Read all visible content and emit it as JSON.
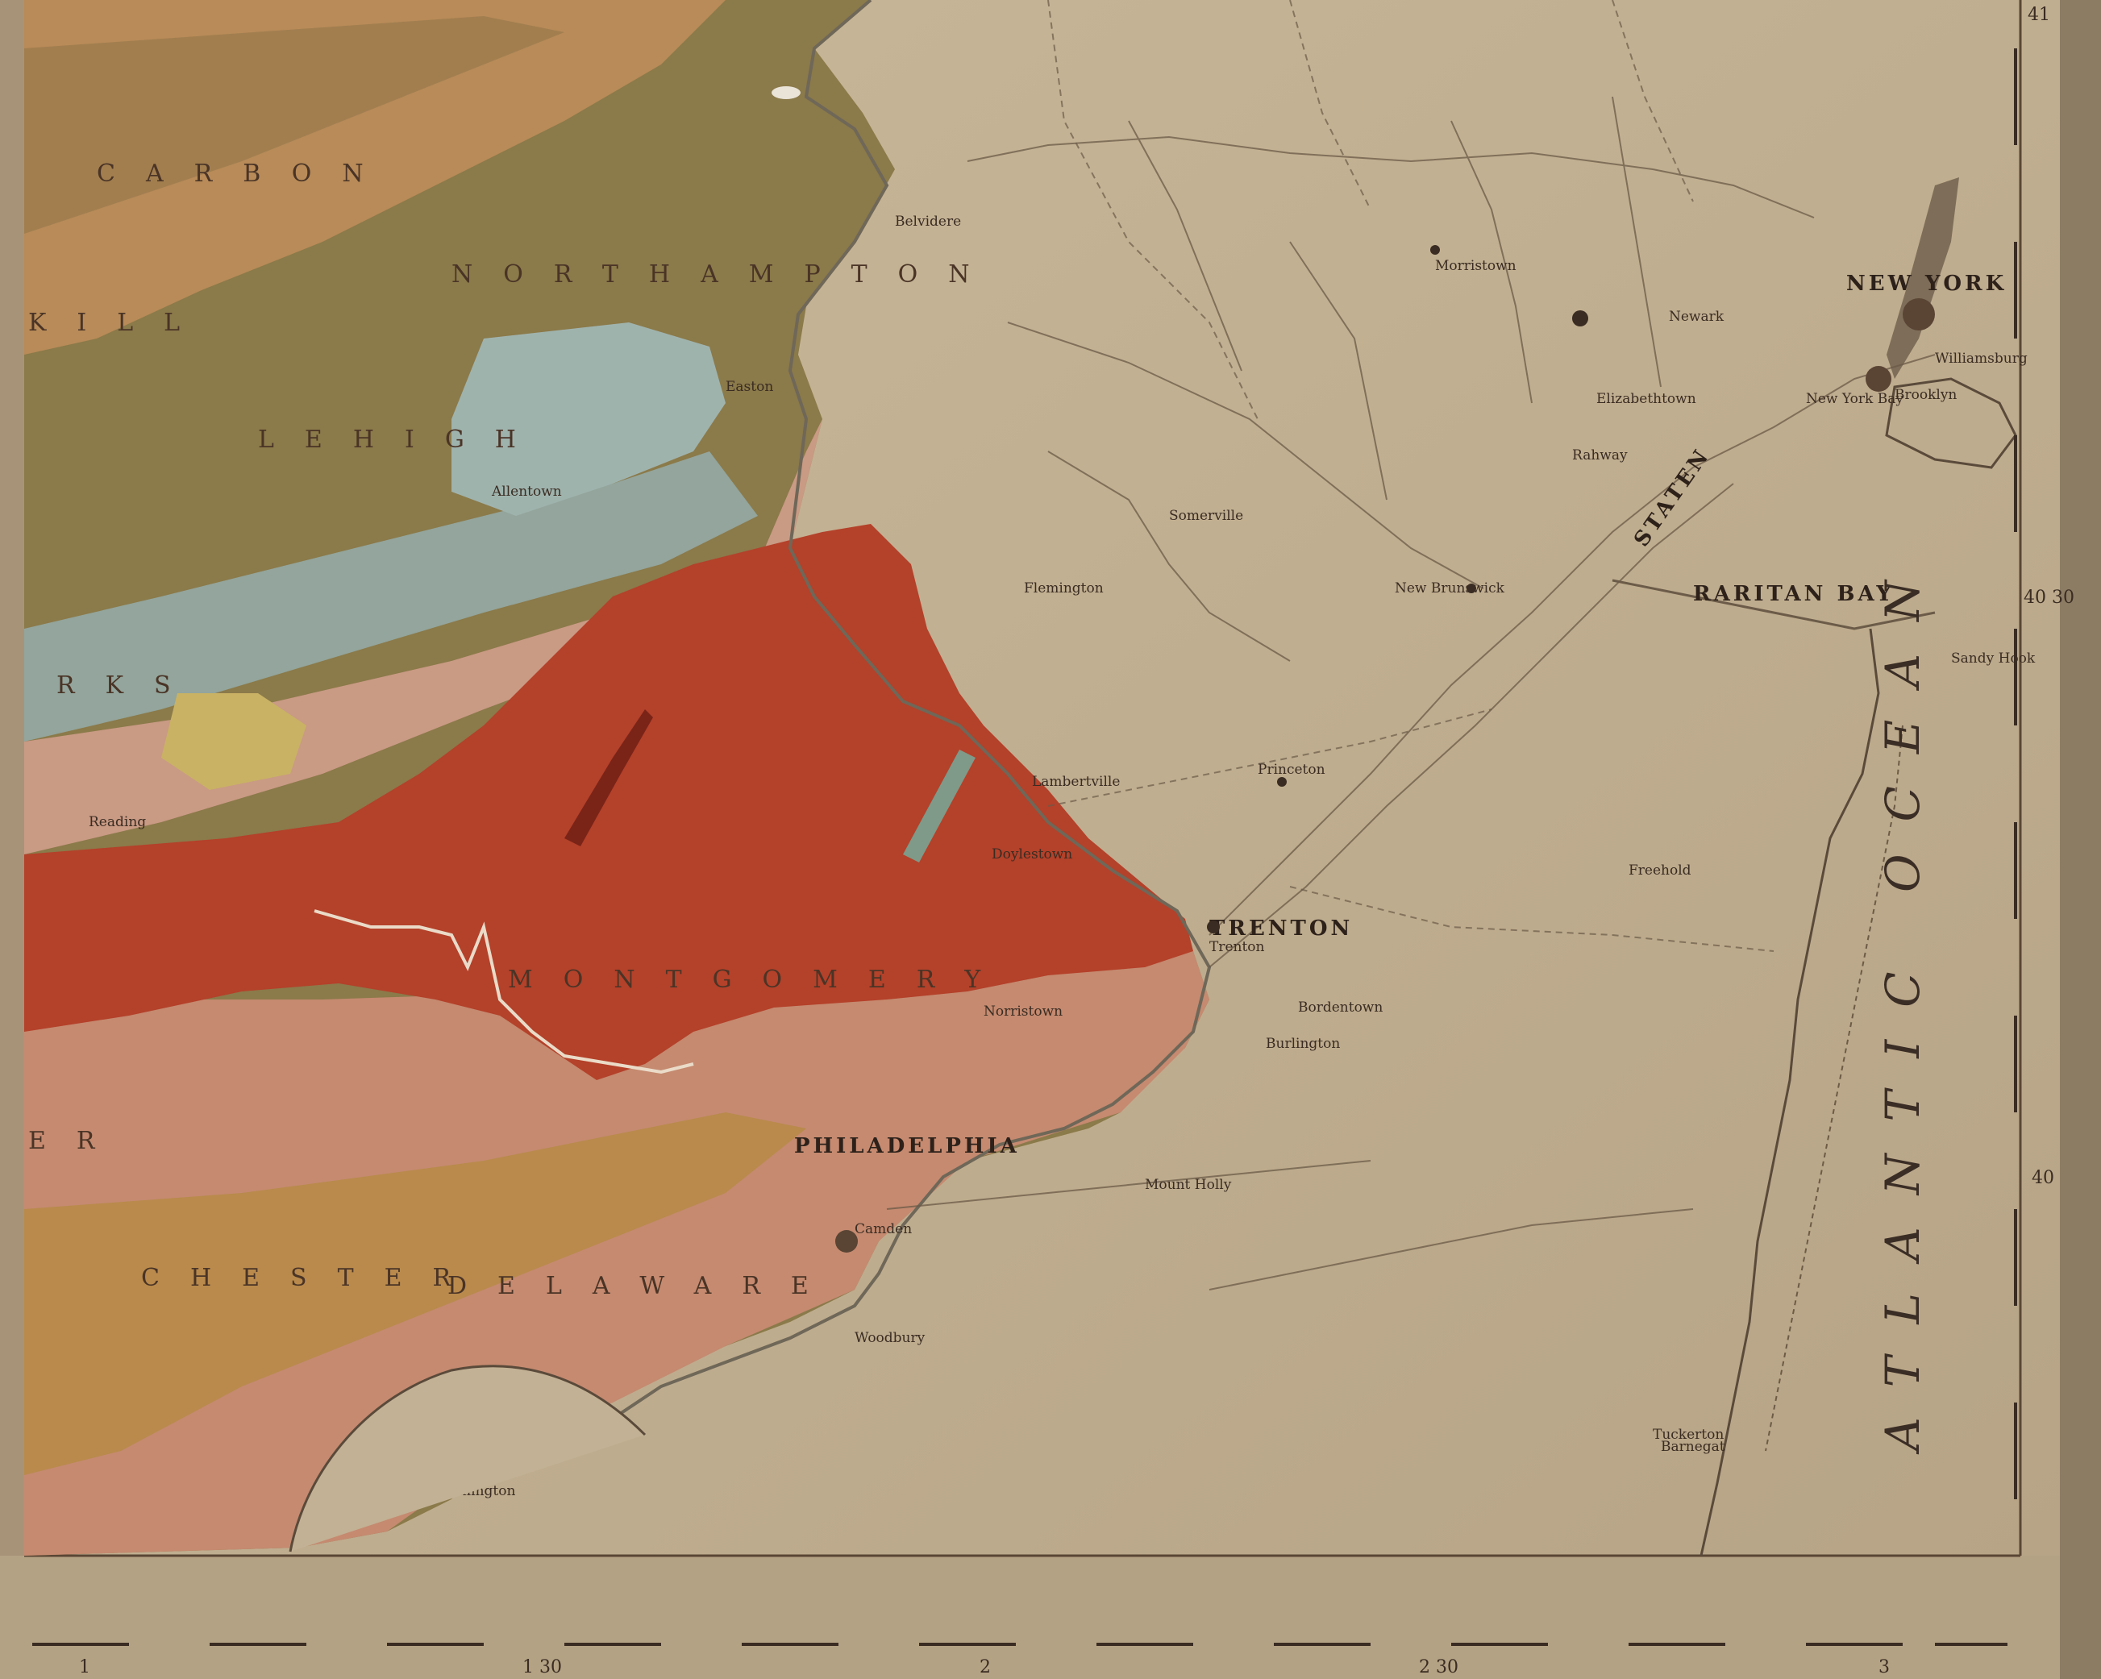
{
  "ocean_label": "ATLANTIC OCEAN",
  "counties": {
    "carbon": "CARBON",
    "northampton": "NORTHAMPTON",
    "lehigh": "LEHIGH",
    "berks": "RKS",
    "schuylkill": "KILL",
    "montgomery": "MONTGOMERY",
    "chester": "CHESTER",
    "delaware": "DELAWARE",
    "fragment_er": "ER"
  },
  "cities": {
    "new_york": "NEW YORK",
    "philadelphia": "PHILADELPHIA",
    "trenton": "TRENTON",
    "raritan_bay": "RARITAN BAY",
    "new_york_bay": "New York Bay",
    "staten_island": "STATEN"
  },
  "towns": [
    "Belvidere",
    "Easton",
    "Allentown",
    "Reading",
    "Flemington",
    "Princeton",
    "New Brunswick",
    "Newark",
    "Elizabethtown",
    "Rahway",
    "Brooklyn",
    "Morristown",
    "Freehold",
    "Bordentown",
    "Burlington",
    "Camden",
    "Wilmington",
    "Norristown",
    "Sandy Hook",
    "Somerville",
    "Trenton",
    "Mount Holly",
    "Woodbury",
    "Lambertville",
    "Doylestown",
    "Williamsburg",
    "Tuckerton",
    "Barnegat"
  ],
  "margin_ticks": {
    "bottom": [
      "1",
      "1 30",
      "2",
      "2 30",
      "3"
    ],
    "right": [
      "41",
      "40 30",
      "40"
    ]
  },
  "colors": {
    "paper": "#c2b194",
    "red_sandstone": "#b4412a",
    "olive": "#8b7a4a",
    "pink": "#c99a84",
    "tan": "#b88b58",
    "blue_gray": "#93a59c",
    "yellow": "#c9b264",
    "ink": "#3b2c22"
  }
}
